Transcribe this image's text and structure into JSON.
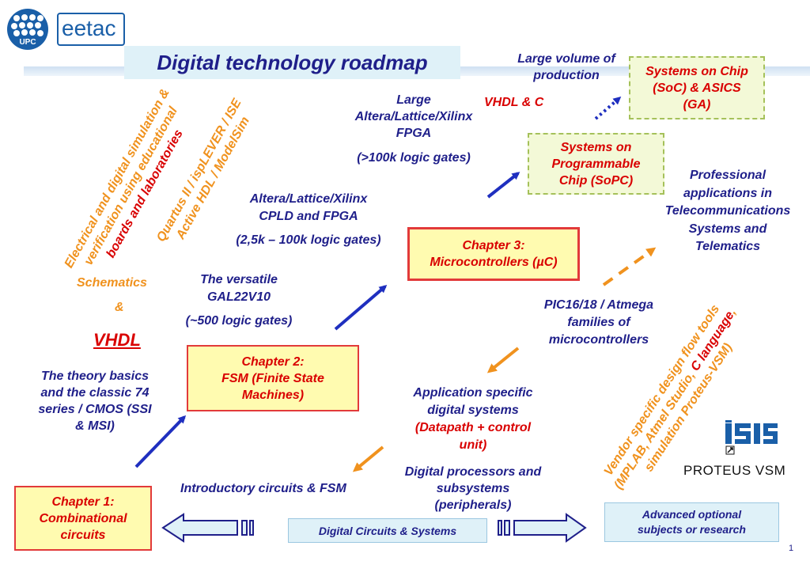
{
  "colors": {
    "navy": "#1f1f8a",
    "orange": "#f0921e",
    "red": "#d90000",
    "yellow_box": "#fffbb0",
    "green_box": "#f3f9d7",
    "blue_box": "#dff1f8",
    "logo_blue": "#1a5fa8"
  },
  "logos": {
    "upc": "UPC",
    "eetac": "eetac",
    "proteus": "PROTEUS VSM"
  },
  "title": "Digital  technology  roadmap",
  "page_number": "1",
  "chapter1": {
    "line1": "Chapter 1:",
    "line2": "Combinational",
    "line3": "circuits"
  },
  "chapter2": {
    "line1": "Chapter 2:",
    "line2": "FSM (Finite State",
    "line3": "Machines)"
  },
  "chapter3": {
    "line1": "Chapter 3:",
    "line2": "Microcontrollers (µC)"
  },
  "sopc": {
    "line1": "Systems on",
    "line2": "Programmable",
    "line3": "Chip (SoPC)"
  },
  "soc": {
    "line1": "Systems on Chip",
    "line2": "(SoC) & ASICS",
    "line3": "(GA)"
  },
  "bottom_center": "Digital Circuits & Systems",
  "bottom_right": {
    "line1": "Advanced optional",
    "line2": "subjects or research"
  },
  "left_column": {
    "schematics": "Schematics",
    "amp": "&",
    "vhdl": "VHDL",
    "theory": {
      "line1": "The theory basics",
      "line2": "and the classic 74",
      "line3": "series / CMOS (SSI",
      "line4": "& MSI)"
    }
  },
  "rotated": {
    "electrical": {
      "line1": "Electrical and digital simulation &",
      "line2": "verification  using educational",
      "line3": "boards and laboratories"
    },
    "quartus": {
      "line1": "Quartus II / ispLEVER / ISE",
      "line2": "Active HDL / ModelSim"
    },
    "vendor": {
      "line1": "Vendor specific design flow tools",
      "line2_a": "(MPLAB, Atmel Studio, ",
      "line2_b": "C language",
      "line2_c": ",",
      "line3": "simulation Proteus-VSM)"
    }
  },
  "gal": {
    "line1": "The versatile",
    "line2": "GAL22V10",
    "line3": "(~500 logic gates)"
  },
  "cpld": {
    "line1": "Altera/Lattice/Xilinx",
    "line2": "CPLD and FPGA",
    "line3": "(2,5k – 100k logic gates)"
  },
  "large_fpga": {
    "line1": "Large",
    "line2": "Altera/Lattice/Xilinx",
    "line3": "FPGA",
    "line4": "(>100k logic gates)"
  },
  "large_volume": {
    "line1": "Large volume of",
    "line2": "production"
  },
  "vhdl_c": "VHDL & C",
  "professional": {
    "line1": "Professional",
    "line2": "applications in",
    "line3": "Telecommunications",
    "line4": "Systems and",
    "line5": "Telematics"
  },
  "pic": {
    "line1": "PIC16/18 / Atmega",
    "line2": "families of",
    "line3": "microcontrollers"
  },
  "application": {
    "line1": "Application specific",
    "line2": "digital systems",
    "line3": "(Datapath + control",
    "line4": "unit)"
  },
  "digital_proc": {
    "line1": "Digital processors and",
    "line2": "subsystems",
    "line3": "(peripherals)"
  },
  "intro": "Introductory circuits & FSM"
}
